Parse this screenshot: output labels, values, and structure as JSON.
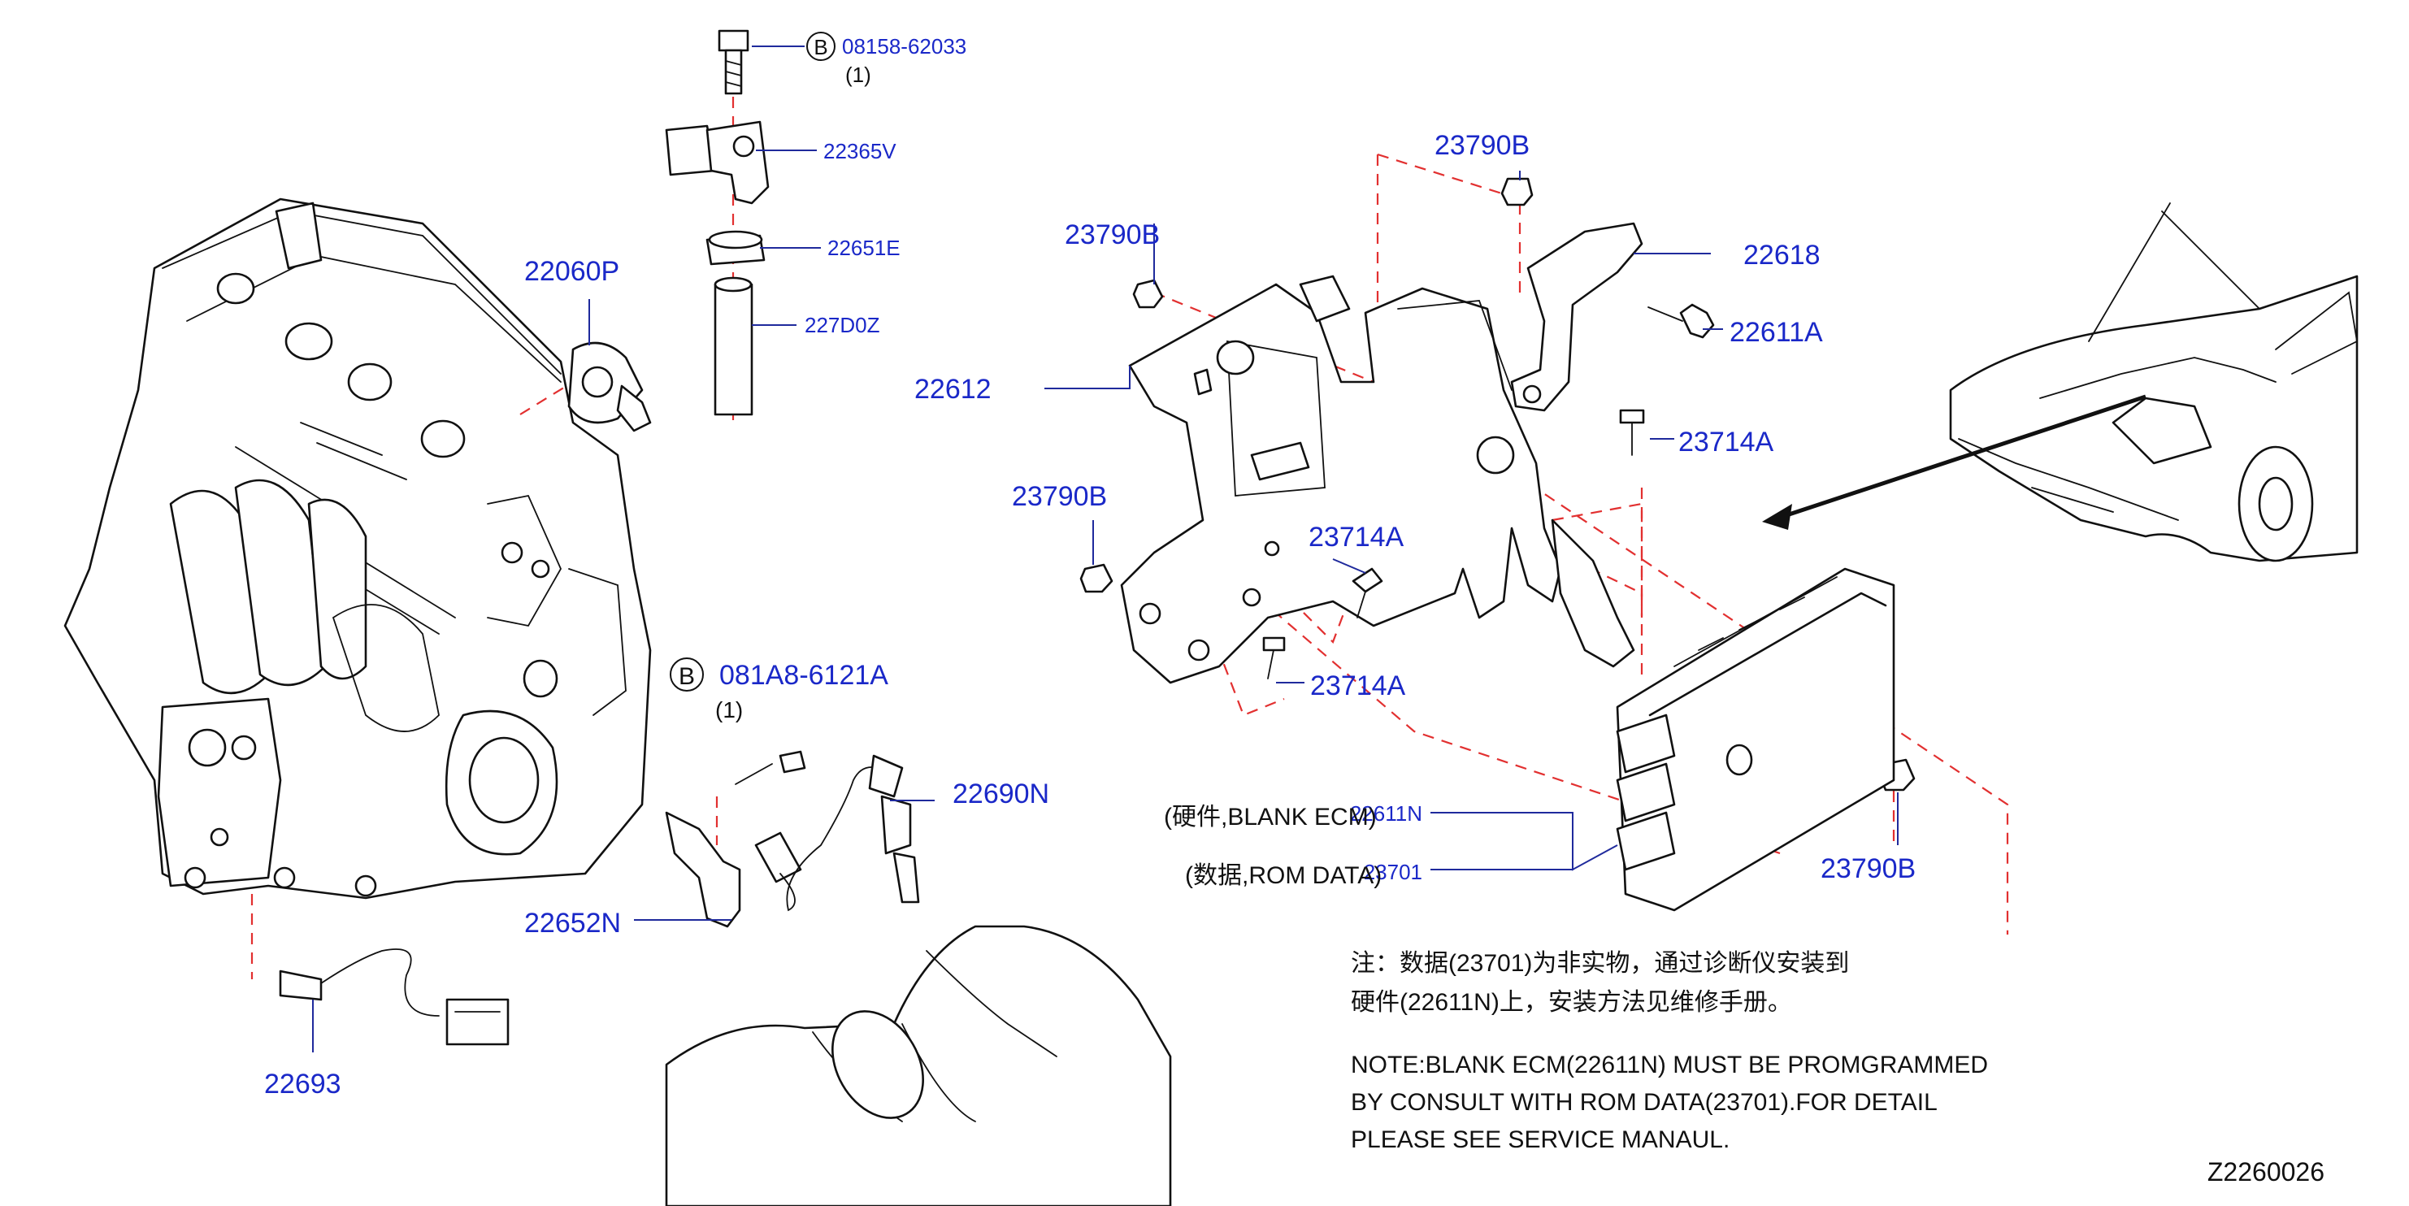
{
  "diagram": {
    "reference_code": "Z2260026",
    "parts": {
      "p08158": "08158-62033",
      "p08158_qty": "(1)",
      "p22365V": "22365V",
      "p22651E": "22651E",
      "p227D0Z": "227D0Z",
      "p22060P": "22060P",
      "p22612": "22612",
      "p23790B_a": "23790B",
      "p23790B_b": "23790B",
      "p23790B_c": "23790B",
      "p23790B_d": "23790B",
      "p22618": "22618",
      "p22611A": "22611A",
      "p23714A_a": "23714A",
      "p23714A_b": "23714A",
      "p23714A_c": "23714A",
      "p081A8": "081A8-6121A",
      "p081A8_qty": "(1)",
      "p22690N": "22690N",
      "p22652N": "22652N",
      "p22693": "22693",
      "p22611N": "22611N",
      "p23701": "23701"
    },
    "callout_badge": "B",
    "labels": {
      "blank_ecm": "(硬件,BLANK   ECM)",
      "rom_data": "(数据,ROM   DATA)"
    },
    "notes": {
      "cn_line1": "注：数据(23701)为非实物，通过诊断仪安装到",
      "cn_line2": "硬件(22611N)上，安装方法见维修手册。",
      "en_line1": "NOTE:BLANK  ECM(22611N)  MUST  BE  PROMGRAMMED",
      "en_line2": "BY  CONSULT  WITH  ROM  DATA(23701).FOR  DETAIL",
      "en_line3": "PLEASE  SEE  SERVICE  MANAUL."
    },
    "colors": {
      "part_number": "#1a28c8",
      "leader": "#1f2a9c",
      "dash": "#e23030",
      "ink": "#111111"
    }
  }
}
